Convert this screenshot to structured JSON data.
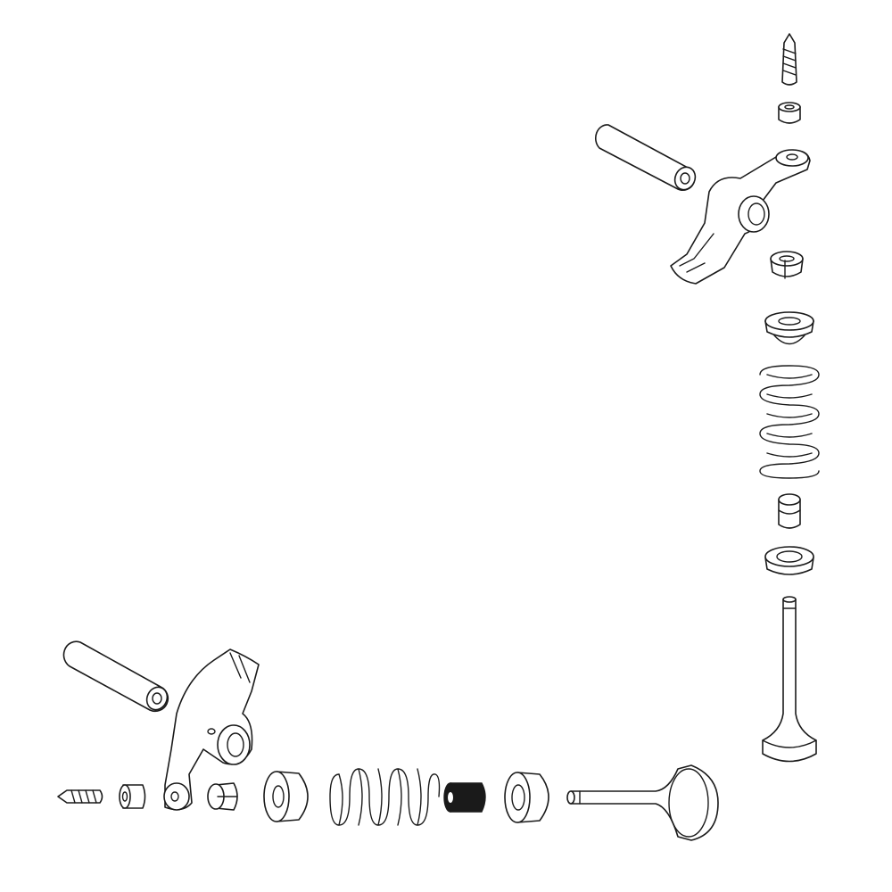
{
  "diagram": {
    "type": "exploded-parts-drawing",
    "line_color": "#1a1a1a",
    "background": "#ffffff",
    "assemblies": [
      {
        "orientation": "vertical",
        "parts": [
          "adjuster-screw",
          "lock-nut",
          "rocker-shaft",
          "rocker-arm",
          "valve-collet",
          "spring-retainer",
          "valve-spring",
          "valve-stem-seal",
          "spring-seat",
          "valve"
        ]
      },
      {
        "orientation": "horizontal",
        "parts": [
          "adjuster-screw",
          "lock-nut",
          "rocker-shaft",
          "rocker-arm",
          "valve-collet",
          "spring-retainer",
          "valve-spring",
          "valve-stem-seal",
          "spring-seat",
          "valve"
        ]
      }
    ]
  }
}
